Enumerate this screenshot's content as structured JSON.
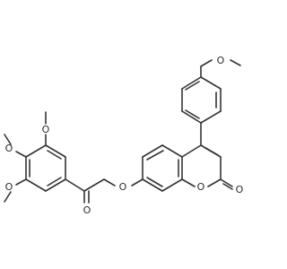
{
  "molecule": {
    "atom_labels": {
      "o_methoxy_top": "O",
      "o_ester_ring": "O",
      "o_carbonyl_lactone": "O",
      "o_ether_link": "O",
      "o_ketone": "O",
      "o_tri_top": "O",
      "o_tri_mid": "O",
      "o_tri_bot": "O"
    },
    "colors": {
      "bond": "#333333",
      "text": "#2b2b2b",
      "background": "#ffffff"
    }
  }
}
